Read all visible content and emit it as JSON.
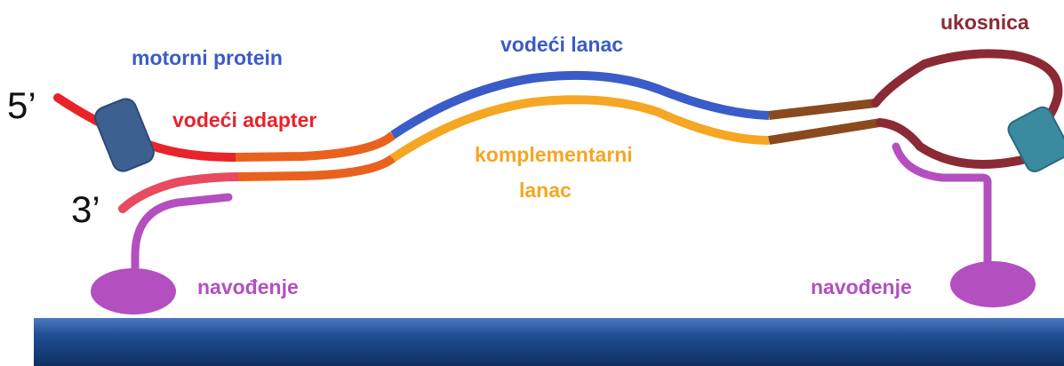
{
  "colors": {
    "leading_strand": "#3a5cc8",
    "complementary_strand": "#f5a623",
    "leading_adapter": "#e8232a",
    "adapter_orange": "#e8621e",
    "lower_pink": "#e84a5f",
    "hairpin": "#8b2a35",
    "hairpin_junction": "#8a4a1f",
    "tether": "#b44fc0",
    "motor_left": "#3c6090",
    "motor_right": "#3a8aa0",
    "membrane": "#1f4f93"
  },
  "labels": {
    "motor_protein": "motorni protein",
    "leading_strand": "vodeći lanac",
    "hairpin": "ukosnica",
    "leading_adapter": "vodeći adapter",
    "complementary_line1": "komplementarni",
    "complementary_line2": "lanac",
    "tether_left": "navođenje",
    "tether_right": "navođenje",
    "end_5": "5’",
    "end_3": "3’"
  }
}
